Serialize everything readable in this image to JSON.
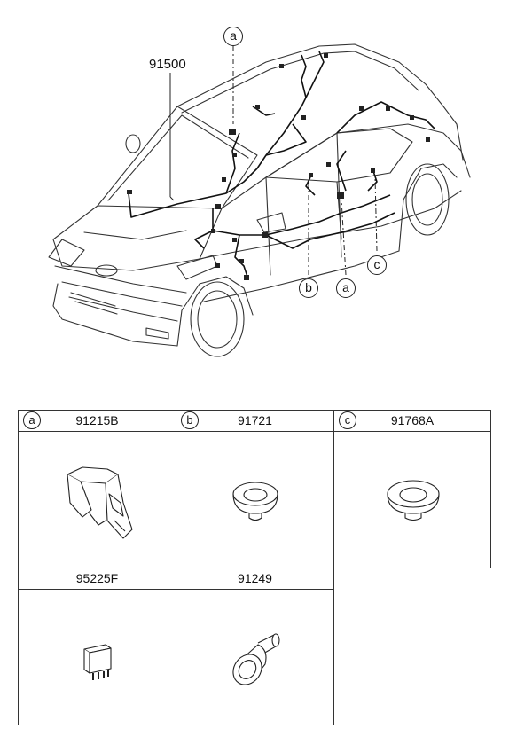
{
  "main_part_number": "91500",
  "callouts": {
    "top": "a",
    "b": "b",
    "a_lower": "a",
    "c": "c"
  },
  "parts": [
    {
      "callout": "a",
      "part_number": "91215B"
    },
    {
      "callout": "b",
      "part_number": "91721"
    },
    {
      "callout": "c",
      "part_number": "91768A"
    },
    {
      "callout": "",
      "part_number": "95225F"
    },
    {
      "callout": "",
      "part_number": "91249"
    }
  ]
}
